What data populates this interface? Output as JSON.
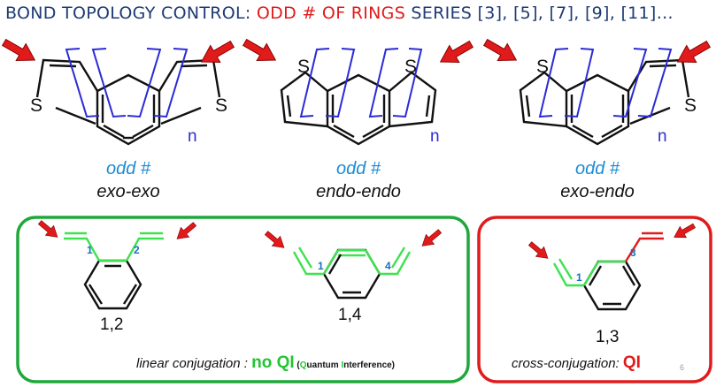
{
  "title": {
    "prefix": "BOND TOPOLOGY CONTROL: ",
    "highlight": "ODD # OF RINGS",
    "suffix": " SERIES [3], [5], [7], [9], [11]…"
  },
  "structures": [
    {
      "odd_label": "odd #",
      "type_label": "exo-exo",
      "atom_left": "S",
      "atom_right": "S",
      "repeat": "n"
    },
    {
      "odd_label": "odd #",
      "type_label": "endo-endo",
      "atom_left": "S",
      "atom_right": "S",
      "repeat": "n"
    },
    {
      "odd_label": "odd #",
      "type_label": "exo-endo",
      "atom_left": "S",
      "atom_right": "S",
      "repeat": "n"
    }
  ],
  "models": {
    "ortho": {
      "pos_a": "1",
      "pos_b": "2",
      "name": "1,2"
    },
    "para": {
      "pos_a": "1",
      "pos_b": "4",
      "name": "1,4"
    },
    "meta": {
      "pos_a": "1",
      "pos_b": "3",
      "name": "1,3"
    }
  },
  "captions": {
    "linear_text": "linear conjugation : ",
    "linear_result": "no QI",
    "qi_open": " (",
    "qi_q": "Q",
    "qi_uantum": "uantum ",
    "qi_i": "I",
    "qi_nterference": "nterference)",
    "cross_text": "cross-conjugation: ",
    "cross_result": "QI"
  },
  "page_number": "6",
  "colors": {
    "title": "#1f3b73",
    "highlight": "#e11b1b",
    "arrow": "#e11b1b",
    "bracket": "#2b2bd6",
    "odd_label": "#1b8bd6",
    "green": "#22c533",
    "green_box": "#1fa83a",
    "red_box": "#e11b1b",
    "position_number": "#1b6fc0"
  },
  "icons": [
    "red-arrow-icon"
  ]
}
